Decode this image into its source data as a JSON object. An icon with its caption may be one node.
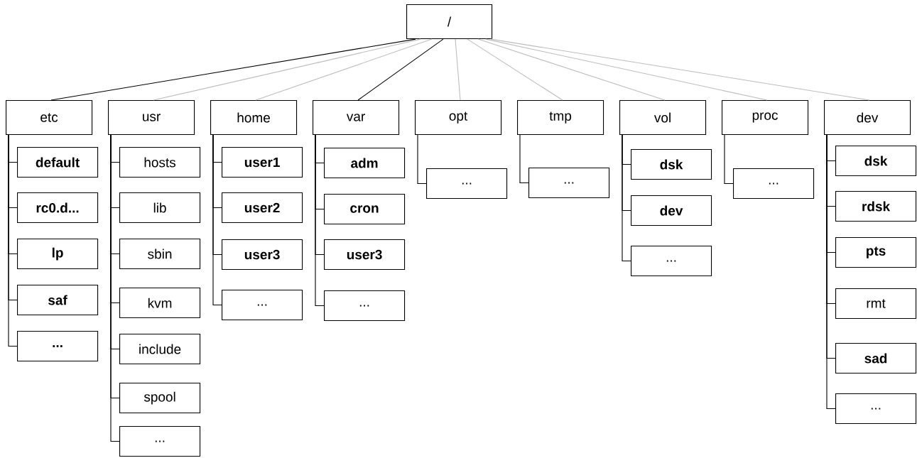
{
  "diagram": {
    "nodes": [
      {
        "text": [
          "/"
        ]
      },
      {
        "text": [
          "etc"
        ]
      },
      {
        "text": [
          "usr"
        ]
      },
      {
        "text": [
          "home"
        ]
      },
      {
        "text": [
          "var"
        ]
      },
      {
        "text": [
          "opt"
        ]
      },
      {
        "text": [
          "tmp"
        ]
      },
      {
        "text": [
          "vol"
        ]
      },
      {
        "text": [
          "proc"
        ]
      },
      {
        "text": [
          "dev"
        ]
      },
      {
        "text": [
          "**default**"
        ]
      },
      {
        "text": [
          "**rc0.d...**"
        ]
      },
      {
        "text": [
          "**lp**"
        ]
      },
      {
        "text": [
          "**saf**"
        ]
      },
      {
        "text": [
          "**...**"
        ]
      },
      {
        "text": [
          "hosts"
        ]
      },
      {
        "text": [
          "lib"
        ]
      },
      {
        "text": [
          "sbin"
        ]
      },
      {
        "text": [
          "kvm"
        ]
      },
      {
        "text": [
          "include"
        ]
      },
      {
        "text": [
          "spool"
        ]
      },
      {
        "text": [
          "..."
        ]
      },
      {
        "text": [
          "**user1**"
        ]
      },
      {
        "text": [
          "**user2**"
        ]
      },
      {
        "text": [
          "**user3**"
        ]
      },
      {
        "text": [
          "..."
        ]
      },
      {
        "text": [
          "**adm**"
        ]
      },
      {
        "text": [
          "**cron**"
        ]
      },
      {
        "text": [
          "**user3**"
        ]
      },
      {
        "text": [
          "..."
        ]
      },
      {
        "text": [
          "..."
        ]
      },
      {
        "text": [
          "..."
        ]
      },
      {
        "text": [
          "**dsk**"
        ]
      },
      {
        "text": [
          "**dev**"
        ]
      },
      {
        "text": [
          "..."
        ]
      },
      {
        "text": [
          "..."
        ]
      },
      {
        "text": [
          "**dsk**"
        ]
      },
      {
        "text": [
          "**rdsk**"
        ]
      },
      {
        "text": [
          "**pts**"
        ]
      },
      {
        "text": [
          "rmt"
        ]
      },
      {
        "text": [
          "**sad**"
        ]
      },
      {
        "text": [
          "..."
        ]
      }
    ],
    "edges": [
      {
        "from": 0,
        "to": 1,
        "arrow": "none"
      },
      {
        "from": 0,
        "to": 2,
        "arrow": "none",
        "color": "#bdbdbd"
      },
      {
        "from": 0,
        "to": 3,
        "arrow": "none",
        "color": "#bdbdbd"
      },
      {
        "from": 0,
        "to": 4,
        "arrow": "none"
      },
      {
        "from": 0,
        "to": 5,
        "arrow": "none",
        "color": "#bdbdbd"
      },
      {
        "from": 0,
        "to": 6,
        "arrow": "none",
        "color": "#bdbdbd"
      },
      {
        "from": 0,
        "to": 7,
        "arrow": "none",
        "color": "#bdbdbd"
      },
      {
        "from": 0,
        "to": 8,
        "arrow": "none",
        "color": "#bdbdbd"
      },
      {
        "from": 0,
        "to": 9,
        "arrow": "none",
        "color": "#bdbdbd"
      },
      {
        "from": 1,
        "to": 10,
        "arrow": "none"
      },
      {
        "from": 1,
        "to": 11,
        "arrow": "none"
      },
      {
        "from": 1,
        "to": 12,
        "arrow": "none"
      },
      {
        "from": 1,
        "to": 13,
        "arrow": "none"
      },
      {
        "from": 1,
        "to": 14,
        "arrow": "none"
      },
      {
        "from": 2,
        "to": 15,
        "arrow": "none"
      },
      {
        "from": 2,
        "to": 16,
        "arrow": "none"
      },
      {
        "from": 2,
        "to": 17,
        "arrow": "none"
      },
      {
        "from": 2,
        "to": 18,
        "arrow": "none"
      },
      {
        "from": 2,
        "to": 19,
        "arrow": "none"
      },
      {
        "from": 2,
        "to": 20,
        "arrow": "none"
      },
      {
        "from": 2,
        "to": 21,
        "arrow": "none"
      },
      {
        "from": 3,
        "to": 22,
        "arrow": "none"
      },
      {
        "from": 3,
        "to": 23,
        "arrow": "none"
      },
      {
        "from": 3,
        "to": 24,
        "arrow": "none"
      },
      {
        "from": 3,
        "to": 25,
        "arrow": "none"
      },
      {
        "from": 4,
        "to": 26,
        "arrow": "none"
      },
      {
        "from": 4,
        "to": 27,
        "arrow": "none"
      },
      {
        "from": 4,
        "to": 28,
        "arrow": "none"
      },
      {
        "from": 4,
        "to": 29,
        "arrow": "none"
      },
      {
        "from": 5,
        "to": 30,
        "arrow": "none"
      },
      {
        "from": 6,
        "to": 31,
        "arrow": "none"
      },
      {
        "from": 7,
        "to": 32,
        "arrow": "none"
      },
      {
        "from": 7,
        "to": 33,
        "arrow": "none"
      },
      {
        "from": 7,
        "to": 34,
        "arrow": "none"
      },
      {
        "from": 8,
        "to": 35,
        "arrow": "none"
      },
      {
        "from": 9,
        "to": 36,
        "arrow": "none"
      },
      {
        "from": 9,
        "to": 37,
        "arrow": "none"
      },
      {
        "from": 9,
        "to": 38,
        "arrow": "none"
      },
      {
        "from": 9,
        "to": 39,
        "arrow": "none"
      },
      {
        "from": 9,
        "to": 40,
        "arrow": "none"
      },
      {
        "from": 9,
        "to": 41,
        "arrow": "none"
      }
    ]
  }
}
